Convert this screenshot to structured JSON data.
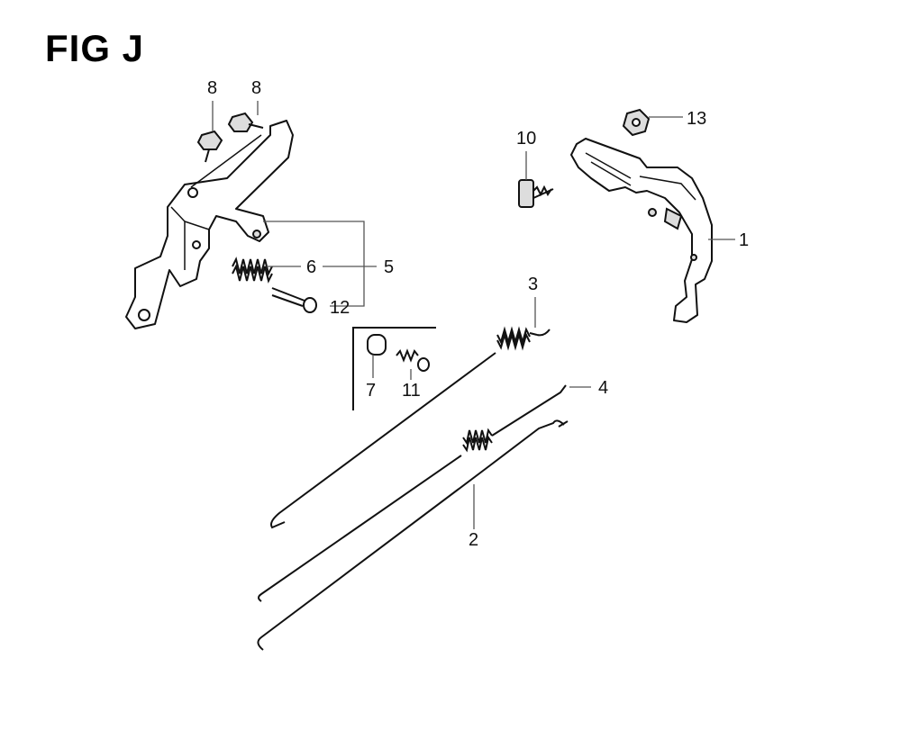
{
  "figure": {
    "title": "FIG J"
  },
  "callouts": [
    {
      "id": "c8a",
      "label": "8"
    },
    {
      "id": "c8b",
      "label": "8"
    },
    {
      "id": "c10",
      "label": "10"
    },
    {
      "id": "c13",
      "label": "13"
    },
    {
      "id": "c1",
      "label": "1"
    },
    {
      "id": "c6",
      "label": "6"
    },
    {
      "id": "c5",
      "label": "5"
    },
    {
      "id": "c12",
      "label": "12"
    },
    {
      "id": "c3",
      "label": "3"
    },
    {
      "id": "c7",
      "label": "7"
    },
    {
      "id": "c11",
      "label": "11"
    },
    {
      "id": "c4",
      "label": "4"
    },
    {
      "id": "c2",
      "label": "2"
    }
  ]
}
